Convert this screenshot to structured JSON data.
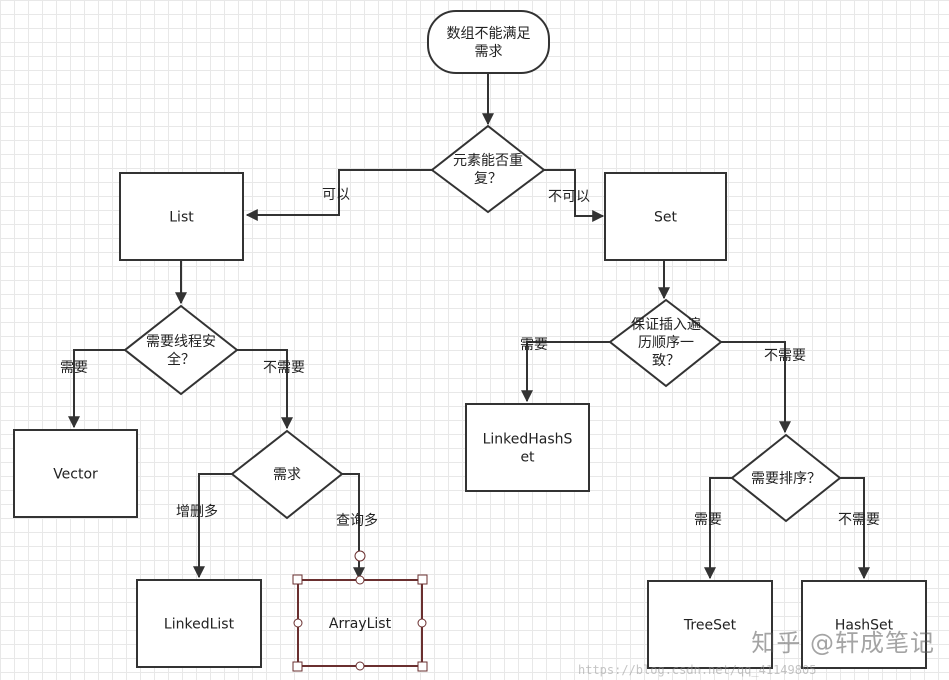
{
  "nodes": {
    "start": [
      "数组不能满足",
      "需求"
    ],
    "repeat_q": [
      "元素能否重",
      "复？"
    ],
    "list": [
      "List"
    ],
    "set": [
      "Set"
    ],
    "thread_q": [
      "需要线程安",
      "全？"
    ],
    "order_q": [
      "保证插入遍",
      "历顺序一",
      "致？"
    ],
    "vector": [
      "Vector"
    ],
    "demand_q": [
      "需求"
    ],
    "linkedhashset": [
      "LinkedHashS",
      "et"
    ],
    "sort_q": [
      "需要排序？"
    ],
    "linkedlist": [
      "LinkedList"
    ],
    "arraylist": [
      "ArrayList"
    ],
    "treeset": [
      "TreeSet"
    ],
    "hashset": [
      "HashSet"
    ]
  },
  "edge_labels": {
    "repeat_yes": "可以",
    "repeat_no": "不可以",
    "thread_yes": "需要",
    "thread_no": "不需要",
    "order_yes": "需要",
    "order_no": "不需要",
    "demand_add_del": "增删多",
    "demand_query": "查询多",
    "sort_yes": "需要",
    "sort_no": "不需要"
  },
  "watermark": "知乎 @轩成笔记",
  "url_watermark": "https://blog.csdn.net/qq_41149805",
  "colors": {
    "stroke": "#333333",
    "selection": "#6a2f2f",
    "grid": "#e8e8e8"
  }
}
